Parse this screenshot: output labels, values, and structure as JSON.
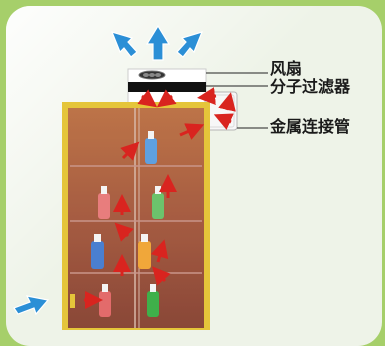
{
  "labels": {
    "fan": "风扇",
    "molecular_filter": "分子过滤器",
    "metal_connector": "金属连接管"
  },
  "colors": {
    "outer_background": "#a6cf6a",
    "panel": "#eef3e8",
    "cabinet_frame": "#e5c53a",
    "cabinet_interior": "#8a3a22",
    "airflow_arrow_red": "#d9241f",
    "airflow_arrow_blue": "#2b8fd6"
  },
  "icons": [
    "fan-icon",
    "airflow-arrow-icon",
    "bottle-icon"
  ],
  "bottle_colors": [
    "#5ea0e0",
    "#e87d7d",
    "#6cc36c",
    "#4a7fd0",
    "#f0a73a",
    "#e36b6b",
    "#3fb04a"
  ]
}
